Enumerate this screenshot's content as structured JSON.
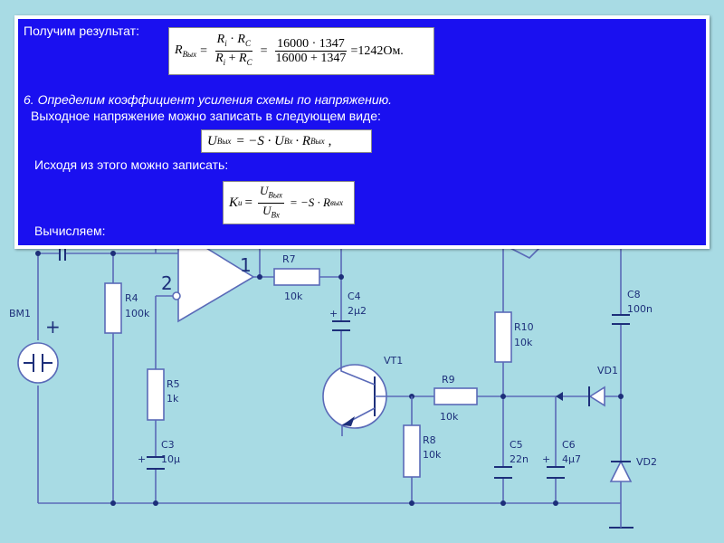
{
  "panel": {
    "result_heading": "Получим результат:",
    "step6": "6. Определим коэффициент усиления схемы по напряжению.",
    "output_voltage_text": "Выходное напряжение можно записать в следующем виде:",
    "from_this_text": "Исходя из этого можно записать:",
    "calculate_text": "Вычисляем:"
  },
  "formula1": {
    "lhs": "R",
    "lhs_sub": "Вых",
    "eq1": "=",
    "frac1_num_a": "R",
    "frac1_num_a_sub": "i",
    "frac1_num_op": "·",
    "frac1_num_b": "R",
    "frac1_num_b_sub": "C",
    "frac1_den_a": "R",
    "frac1_den_a_sub": "i",
    "frac1_den_op": "+",
    "frac1_den_b": "R",
    "frac1_den_b_sub": "C",
    "eq2": "=",
    "frac2_num": "16000 · 1347",
    "frac2_den": "16000 + 1347",
    "result": "=1242Ом."
  },
  "formula2": {
    "lhs": "U",
    "lhs_sub": "Вых",
    "rhs_a": "= −S · U",
    "rhs_a_sub": "Вх",
    "rhs_b": "· R",
    "rhs_b_sub": "Вых",
    "tail": ","
  },
  "formula3": {
    "lhs": "K",
    "lhs_sub": "u",
    "eq": "=",
    "num": "U",
    "num_sub": "Вых",
    "den": "U",
    "den_sub": "Вх",
    "rhs": "= −S · R",
    "rhs_sub": "вых"
  },
  "schematic": {
    "labels": {
      "bm1": "BM1",
      "bm1_plus": "+",
      "r4": "R4",
      "r4_val": "100k",
      "pin2": "2",
      "pin1": "1",
      "r5": "R5",
      "r5_val": "1k",
      "c3": "C3",
      "c3_val": "10µ",
      "c3_plus": "+",
      "r7": "R7",
      "r7_val": "10k",
      "c4": "C4",
      "c4_val": "2µ2",
      "c4_plus": "+",
      "vt1": "VT1",
      "r9": "R9",
      "r9_val": "10k",
      "r8": "R8",
      "r8_val": "10k",
      "r10": "R10",
      "r10_val": "10k",
      "c5": "C5",
      "c5_val": "22n",
      "c6": "C6",
      "c6_val": "4µ7",
      "c6_plus": "+",
      "c8": "C8",
      "c8_val": "100n",
      "vd1": "VD1",
      "vd2": "VD2"
    }
  }
}
